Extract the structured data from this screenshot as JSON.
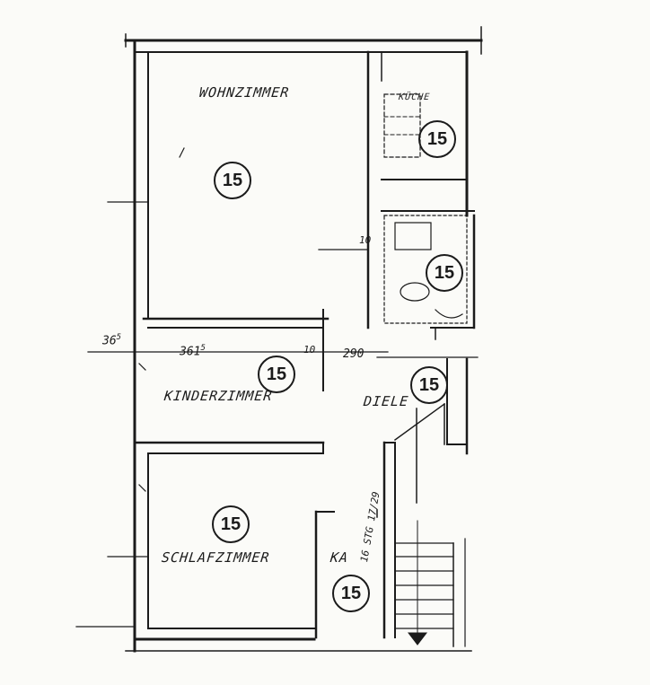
{
  "rooms": {
    "wohnzimmer": "WOHNZIMMER",
    "kueche": "KÜCHE",
    "kinderzimmer": "KINDERZIMMER",
    "diele": "DIELE",
    "schlafzimmer": "SCHLAFZIMMER",
    "ka": "KA"
  },
  "badges": {
    "wohnzimmer": "15",
    "kueche": "15",
    "bad": "15",
    "kinderzimmer": "15",
    "diele": "15",
    "schlafzimmer": "15",
    "ka": "15"
  },
  "dimensions": {
    "wall_thickness": "36",
    "wall_thickness_sup": "5",
    "room_width": "361",
    "room_width_sup": "5",
    "partition_left": "10",
    "partition_right": "10",
    "corridor_width": "290"
  },
  "stairs": {
    "label": "16 STG 17/29"
  },
  "colors": {
    "ink": "#1b1b1b",
    "paper": "#fbfbf8"
  }
}
